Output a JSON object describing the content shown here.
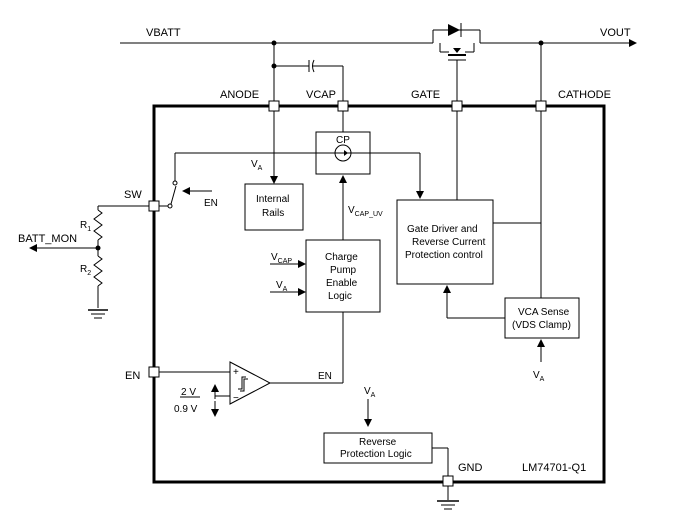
{
  "external": {
    "vbatt": "VBATT",
    "vout": "VOUT",
    "batt_mon": "BATT_MON",
    "r1": "R",
    "r1_sub": "1",
    "r2": "R",
    "r2_sub": "2"
  },
  "pins": {
    "anode": "ANODE",
    "vcap": "VCAP",
    "gate": "GATE",
    "cathode": "CATHODE",
    "sw": "SW",
    "en": "EN",
    "gnd": "GND"
  },
  "blocks": {
    "cp": "CP",
    "internal_rails_1": "Internal",
    "internal_rails_2": "Rails",
    "gate_driver_1": "Gate Driver and",
    "gate_driver_2": "Reverse Current",
    "gate_driver_3": "Protection control",
    "charge_pump_1": "Charge",
    "charge_pump_2": "Pump",
    "charge_pump_3": "Enable",
    "charge_pump_4": "Logic",
    "vca_sense_1": "VCA Sense",
    "vca_sense_2": "(VDS Clamp)",
    "reverse_prot_1": "Reverse",
    "reverse_prot_2": "Protection Logic"
  },
  "signals": {
    "va": "V",
    "va_sub": "A",
    "vcap": "V",
    "vcap_sub": "CAP",
    "vcap_uv": "V",
    "vcap_uv_sub": "CAP_UV",
    "en_switch": "EN",
    "en_comp_out": "EN",
    "thr_high": "2 V",
    "thr_low": "0.9 V",
    "plus": "+",
    "minus": "−"
  },
  "part_number": "LM74701-Q1"
}
